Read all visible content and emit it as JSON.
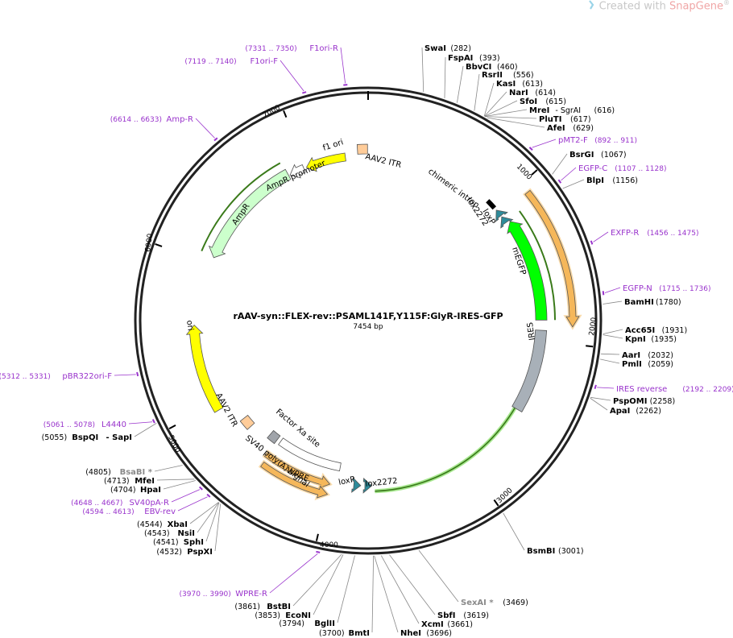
{
  "watermark": {
    "prefix": "Created with ",
    "brand": "SnapGene",
    "reg": "®"
  },
  "plasmid": {
    "name": "rAAV-syn::FLEX-rev::PSAML141F,Y115F:GlyR-IRES-GFP",
    "length_label": "7454 bp",
    "length": 7454
  },
  "ticks": [
    "1000",
    "2000",
    "3000",
    "4000",
    "5000",
    "6000",
    "7000"
  ],
  "enzymes": [
    {
      "name": "SwaI",
      "pos": "(282)"
    },
    {
      "name": "FspAI",
      "pos": "(393)"
    },
    {
      "name": "BbvCI",
      "pos": "(460)"
    },
    {
      "name": "RsrII",
      "pos": "(556)"
    },
    {
      "name": "KasI",
      "pos": "(613)"
    },
    {
      "name": "NarI",
      "pos": "(614)"
    },
    {
      "name": "SfoI",
      "pos": "(615)"
    },
    {
      "name": "MreI",
      "pos": "- SgrAI",
      "pos2": "(616)"
    },
    {
      "name": "PluTI",
      "pos": "(617)"
    },
    {
      "name": "AfeI",
      "pos": "(629)"
    },
    {
      "name": "BsrGI",
      "pos": "(1067)"
    },
    {
      "name": "BlpI",
      "pos": "(1156)"
    },
    {
      "name": "BamHI",
      "pos": "(1780)"
    },
    {
      "name": "Acc65I",
      "pos": "(1931)"
    },
    {
      "name": "KpnI",
      "pos": "(1935)"
    },
    {
      "name": "AarI",
      "pos": "(2032)"
    },
    {
      "name": "PmlI",
      "pos": "(2059)"
    },
    {
      "name": "PspOMI",
      "pos": "(2258)"
    },
    {
      "name": "ApaI",
      "pos": "(2262)"
    },
    {
      "name": "BsmBI",
      "pos": "(3001)"
    },
    {
      "name": "SexAI *",
      "pos": "(3469)"
    },
    {
      "name": "SbfI",
      "pos": "(3619)"
    },
    {
      "name": "XcmI",
      "pos": "(3661)"
    },
    {
      "name": "NheI",
      "pos": "(3696)"
    },
    {
      "name": "BmtI",
      "pos": "(3700)"
    },
    {
      "name": "BglII",
      "pos": "(3794)"
    },
    {
      "name": "EcoNI",
      "pos": "(3853)"
    },
    {
      "name": "BstBI",
      "pos": "(3861)"
    },
    {
      "name": "PspXI",
      "pos": "(4532)"
    },
    {
      "name": "SphI",
      "pos": "(4541)"
    },
    {
      "name": "NsiI",
      "pos": "(4543)"
    },
    {
      "name": "XbaI",
      "pos": "(4544)"
    },
    {
      "name": "HpaI",
      "pos": "(4704)"
    },
    {
      "name": "MfeI",
      "pos": "(4713)"
    },
    {
      "name": "BsaBI *",
      "pos": "(4805)"
    },
    {
      "name": "BspQI",
      "pos": "- SapI",
      "pos2": "(5055)"
    }
  ],
  "primers": [
    {
      "name": "F1ori-R",
      "pos": "(7331 .. 7350)"
    },
    {
      "name": "F1ori-F",
      "pos": "(7119 .. 7140)"
    },
    {
      "name": "Amp-R",
      "pos": "(6614 .. 6633)"
    },
    {
      "name": "pMT2-F",
      "pos": "(892 .. 911)"
    },
    {
      "name": "EGFP-C",
      "pos": "(1107 .. 1128)"
    },
    {
      "name": "EXFP-R",
      "pos": "(1456 .. 1475)"
    },
    {
      "name": "EGFP-N",
      "pos": "(1715 .. 1736)"
    },
    {
      "name": "IRES reverse",
      "pos": "(2192 .. 2209)"
    },
    {
      "name": "pBR322ori-F",
      "pos": "(5312 .. 5331)"
    },
    {
      "name": "L4440",
      "pos": "(5061 .. 5078)"
    },
    {
      "name": "SV40pA-R",
      "pos": "(4648 .. 4667)"
    },
    {
      "name": "EBV-rev",
      "pos": "(4594 .. 4613)"
    },
    {
      "name": "WPRE-R",
      "pos": "(3970 .. 3990)"
    }
  ],
  "features": [
    "f1 ori",
    "AAV2 ITR",
    "AmpR promoter",
    "AmpR",
    "ori",
    "AAV2 ITR",
    "SV40 poly(A) signal",
    "Factor Xa site",
    "WPRE",
    "loxP",
    "lox2272",
    "IRES",
    "mEGFP",
    "chimeric intron",
    "loxP",
    "lox2272"
  ],
  "colors": {
    "primer": "#9933cc",
    "f1ori": "#ffff00",
    "ori": "#ffff00",
    "ampr": "#ccffcc",
    "itr": "#ffcc99",
    "egfp": "#00ff00",
    "ires": "#a8b0b8",
    "lox": "#2e8b9a",
    "orf": "#f5b75a",
    "polyA": "#a0a4aa"
  }
}
